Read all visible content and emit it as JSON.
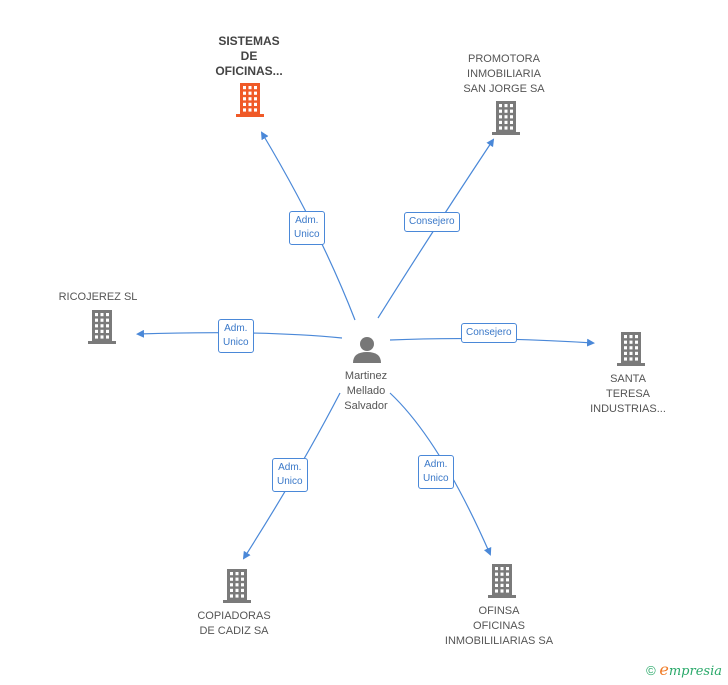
{
  "center": {
    "label": "Martinez\nMellado\nSalvador",
    "icon": "person-icon"
  },
  "nodes": [
    {
      "id": "sistemas",
      "label": "SISTEMAS\nDE\nOFICINAS...",
      "focus": true
    },
    {
      "id": "promotora",
      "label": "PROMOTORA\nINMOBILIARIA\nSAN JORGE SA"
    },
    {
      "id": "ricojerez",
      "label": "RICOJEREZ  SL"
    },
    {
      "id": "santa",
      "label": "SANTA\nTERESA\nINDUSTRIAS..."
    },
    {
      "id": "copiadoras",
      "label": "COPIADORAS\nDE CADIZ SA"
    },
    {
      "id": "ofinsa",
      "label": "OFINSA\nOFICINAS\nINMOBILILIARIAS SA"
    }
  ],
  "edges": [
    {
      "to": "sistemas",
      "label": "Adm.\nUnico"
    },
    {
      "to": "promotora",
      "label": "Consejero"
    },
    {
      "to": "ricojerez",
      "label": "Adm.\nUnico"
    },
    {
      "to": "santa",
      "label": "Consejero"
    },
    {
      "to": "copiadoras",
      "label": "Adm.\nUnico"
    },
    {
      "to": "ofinsa",
      "label": "Adm.\nUnico"
    }
  ],
  "colors": {
    "edge": "#4a88d8",
    "building": "#7a7a7a",
    "focus_building": "#f05a28"
  },
  "brand": {
    "copyright": "©",
    "e": "e",
    "rest": "mpresia"
  }
}
